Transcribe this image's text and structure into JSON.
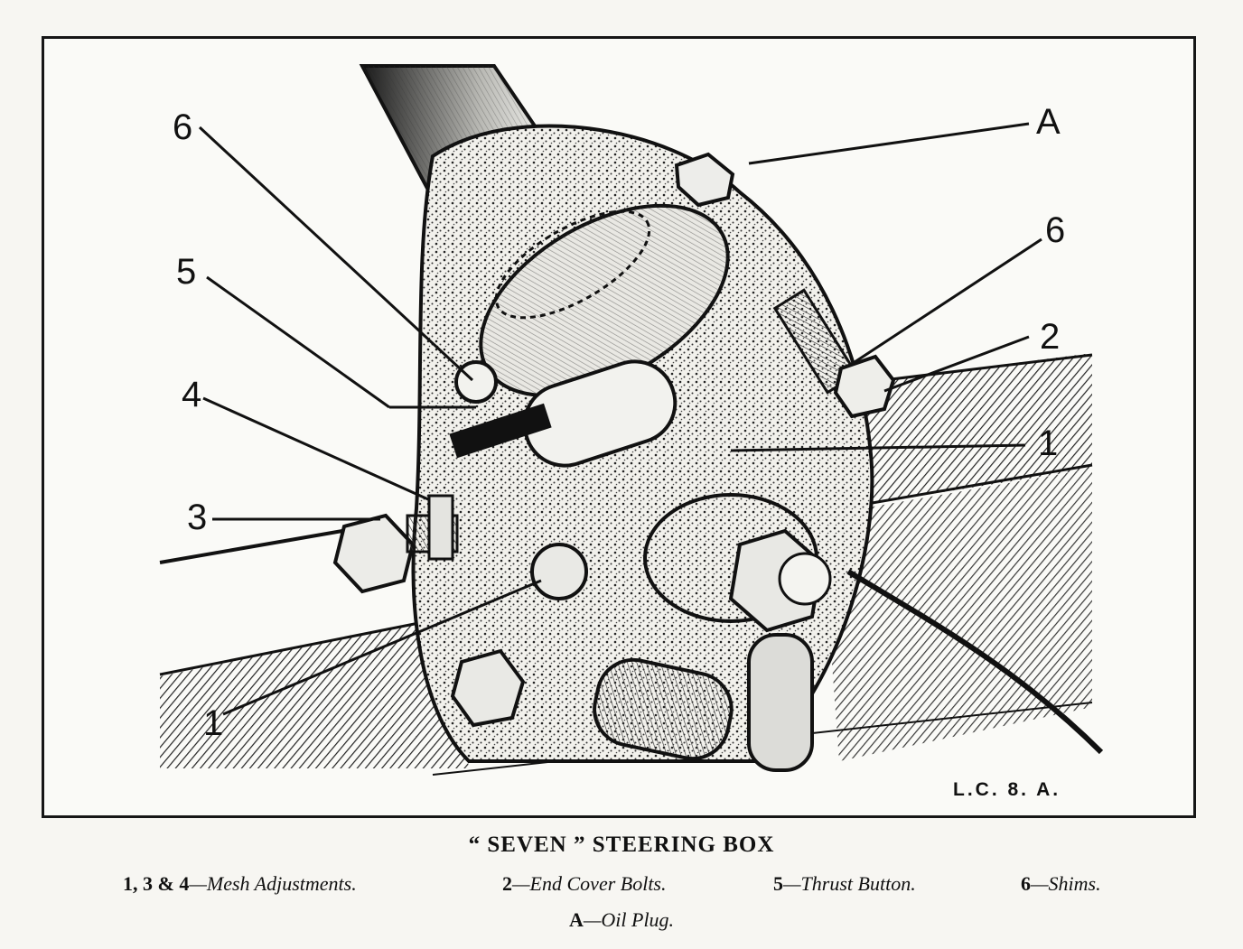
{
  "callouts": [
    {
      "id": "6",
      "label": "6"
    },
    {
      "id": "5",
      "label": "5"
    },
    {
      "id": "4",
      "label": "4"
    },
    {
      "id": "3",
      "label": "3"
    },
    {
      "id": "1",
      "label": "1"
    },
    {
      "id": "A",
      "label": "A"
    },
    {
      "id": "6",
      "label": "6"
    },
    {
      "id": "2",
      "label": "2"
    },
    {
      "id": "1",
      "label": "1"
    }
  ],
  "plate_reference": "L.C. 8. A.",
  "caption": {
    "title": "“ SEVEN ” STEERING BOX",
    "legend": [
      {
        "number": "1, 3 & 4",
        "text": "—Mesh Adjustments."
      },
      {
        "number": "2",
        "text": "—End Cover Bolts."
      },
      {
        "number": "5",
        "text": "—Thrust Button."
      },
      {
        "number": "6",
        "text": "—Shims."
      },
      {
        "number": "A",
        "text": "—Oil Plug."
      }
    ]
  }
}
